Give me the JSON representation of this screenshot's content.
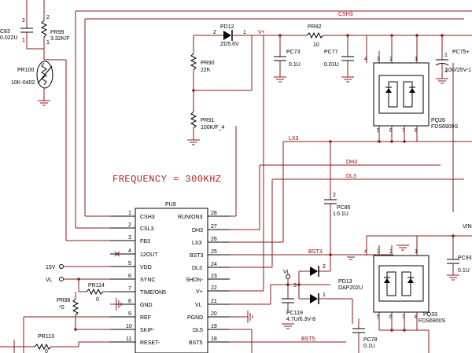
{
  "title": "FREQUENCY = 300KHZ",
  "ic": {
    "ref": "PU9",
    "left_pins": [
      {
        "num": "1",
        "name": "CSH3"
      },
      {
        "num": "2",
        "name": "CSL3"
      },
      {
        "num": "3",
        "name": "FB3"
      },
      {
        "num": "4",
        "name": "12OUT"
      },
      {
        "num": "5",
        "name": "VDD"
      },
      {
        "num": "6",
        "name": "SYNC"
      },
      {
        "num": "7",
        "name": "TIME/ON5"
      },
      {
        "num": "8",
        "name": "GND"
      },
      {
        "num": "9",
        "name": "REF"
      },
      {
        "num": "10",
        "name": "SKIP-"
      },
      {
        "num": "11",
        "name": "RESET-"
      }
    ],
    "right_pins": [
      {
        "num": "28",
        "name": "RUN/ON3"
      },
      {
        "num": "27",
        "name": "DH3"
      },
      {
        "num": "26",
        "name": "LX3"
      },
      {
        "num": "25",
        "name": "BST3"
      },
      {
        "num": "24",
        "name": "DL3"
      },
      {
        "num": "23",
        "name": "SHDN-"
      },
      {
        "num": "22",
        "name": "V+"
      },
      {
        "num": "21",
        "name": "VL"
      },
      {
        "num": "20",
        "name": "PGND"
      },
      {
        "num": "19",
        "name": "DL5"
      },
      {
        "num": "18",
        "name": "BST5"
      }
    ]
  },
  "nets": {
    "csh3": "CSH3",
    "lx3": "LX3",
    "dh3": "DH3",
    "dl3": "DL3",
    "bst3": "BST3",
    "bst5": "BST5",
    "vplus": "V+",
    "vl": "VL",
    "v15": "15V",
    "vl_in": "VL",
    "vin": "VIN"
  },
  "components": {
    "c83": {
      "ref": "C83",
      "value": "0.022U"
    },
    "pr99": {
      "ref": "PR99",
      "value": "3.32K/F"
    },
    "pr100": {
      "ref": "PR100",
      "value": "10K-0402"
    },
    "pd12": {
      "ref": "PD12",
      "value": "ZD5.6V"
    },
    "pr92": {
      "ref": "PR92",
      "value": "10"
    },
    "pr90": {
      "ref": "PR90",
      "value": "22K"
    },
    "pr91": {
      "ref": "PR91",
      "value": "100K/F_4"
    },
    "pc73": {
      "ref": "PC73",
      "value": "0.1U"
    },
    "pc77": {
      "ref": "PC77",
      "value": "0.01U"
    },
    "pc75": {
      "ref": "PC75+",
      "value": "10U/25V-1"
    },
    "pq26": {
      "ref": "PQ26",
      "value": "FDS6900S"
    },
    "pc85": {
      "ref": "PC85",
      "value": "0.1U"
    },
    "pr114": {
      "ref": "PR114",
      "value": "0"
    },
    "pr96": {
      "ref": "PR96",
      "value": "*0"
    },
    "pr113": {
      "ref": "PR113",
      "value": "0"
    },
    "pd13": {
      "ref": "PD13",
      "value": "DAP202U"
    },
    "pc119": {
      "ref": "PC119",
      "value": "4.7U/6.3V-8"
    },
    "pc78": {
      "ref": "PC78",
      "value": "0.1U"
    },
    "pq33": {
      "ref": "PQ33",
      "value": "FDS6900S"
    },
    "pc93": {
      "ref": "PC93",
      "value": "0.1U"
    }
  },
  "pin_numbers": {
    "pd12_a": "2",
    "pd12_k": "1",
    "c83_1": "1",
    "c83_2": "2",
    "pr99_1": "1",
    "pr99_2": "2",
    "pq26_top": [
      "4",
      "3",
      "2",
      "1"
    ],
    "pq26_bot": [
      "5",
      "6",
      "7",
      "8"
    ],
    "pq33_top": [
      "4",
      "3",
      "2",
      "1"
    ],
    "pq33_bot": [
      "5",
      "6",
      "7",
      "8"
    ],
    "pd13_1": "1",
    "pd13_2": "2",
    "pd13_3": "3",
    "pc85_1": "1",
    "pc85_2": "2",
    "pc75_1": "1",
    "pc75_2": "2"
  }
}
